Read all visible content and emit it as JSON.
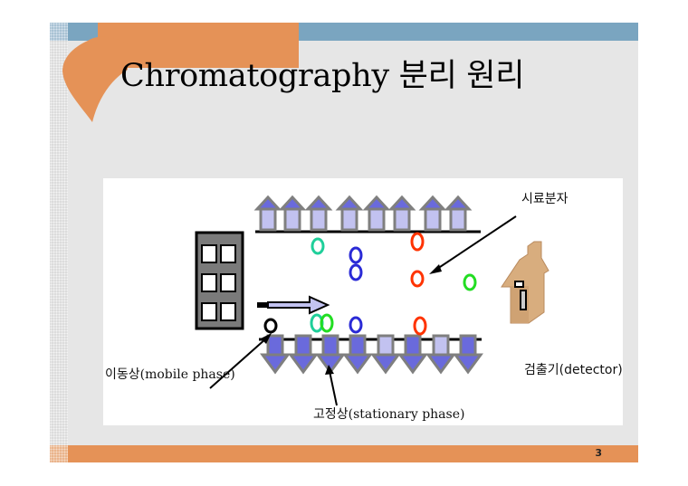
{
  "slide": {
    "title": "Chromatography 분리 원리",
    "page_number": "3",
    "colors": {
      "accent_orange": "#e59257",
      "accent_blue": "#7aa5c0",
      "background": "#e6e6e6",
      "stationary_dark": "#6a6adc",
      "stationary_light": "#c2c2f0",
      "stationary_outline": "#7f7f7f"
    }
  },
  "diagram": {
    "labels": {
      "sample_molecule": "시료분자",
      "mobile_phase": "이동상(mobile phase)",
      "stationary_phase": "고정상(stationary phase)",
      "detector": "검출기(detector)"
    },
    "molecules": [
      {
        "color": "#1fcf9a",
        "position": "upper-left"
      },
      {
        "color": "#2a2ad6",
        "position": "center-upper"
      },
      {
        "color": "#2a2ad6",
        "position": "center-upper"
      },
      {
        "color": "#ff3300",
        "position": "upper-right"
      },
      {
        "color": "#ff3300",
        "position": "center-right"
      },
      {
        "color": "#22dd22",
        "position": "right"
      },
      {
        "color": "#000000",
        "position": "bottom-left"
      },
      {
        "color": "#1fcf9a",
        "position": "bottom"
      },
      {
        "color": "#22dd22",
        "position": "bottom"
      },
      {
        "color": "#2a2ad6",
        "position": "bottom"
      },
      {
        "color": "#ff3300",
        "position": "bottom-right"
      }
    ]
  }
}
